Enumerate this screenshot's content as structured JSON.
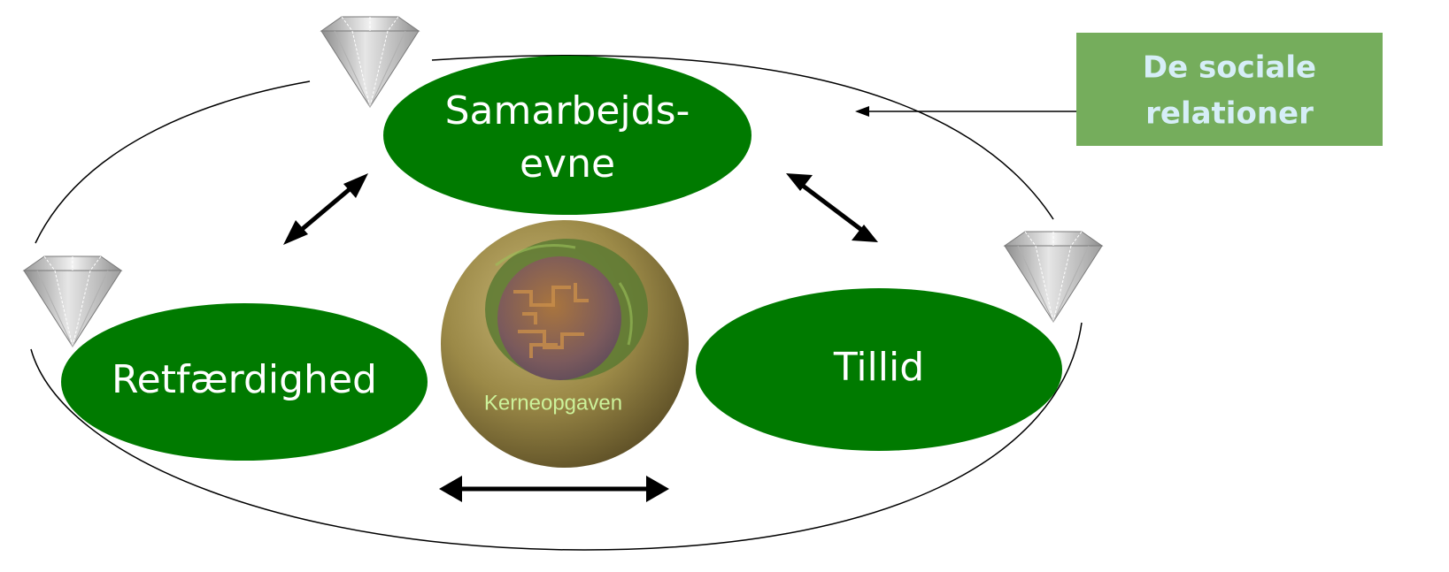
{
  "diagram": {
    "values": {
      "top": "Samarbejds-",
      "top_line2": "evne",
      "left": "Retfærdighed",
      "right": "Tillid",
      "core": "Kerneopgaven"
    },
    "callout": {
      "line1": "De sociale",
      "line2": "relationer"
    }
  },
  "colors": {
    "value_ellipse": "#007a00",
    "callout_box": "#75ad5c",
    "callout_text": "#d6eef7",
    "core_text": "#ccf29a",
    "arrow": "#000000"
  },
  "icons": [
    "diamond-icon",
    "diamond-icon",
    "diamond-icon",
    "core-sphere-icon"
  ]
}
